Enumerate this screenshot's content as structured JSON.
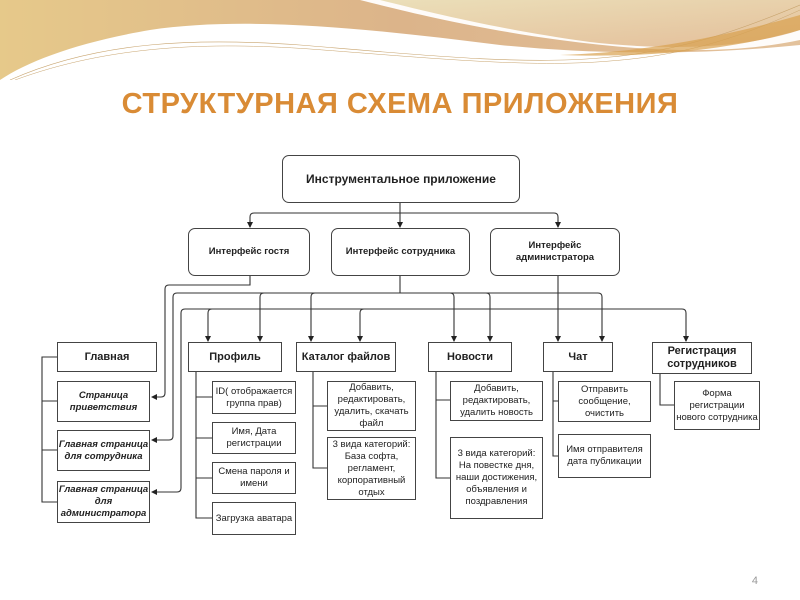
{
  "title": "СТРУКТУРНАЯ СХЕМА ПРИЛОЖЕНИЯ",
  "accent_color": "#d98b35",
  "root": "Инструментальное приложение",
  "interfaces": {
    "guest": "Интерфейс гостя",
    "employee": "Интерфейс сотрудника",
    "admin": "Интерфейс\nадминистратора"
  },
  "sections": {
    "main": {
      "label": "Главная",
      "items": [
        "Страница\nприветствия",
        "Главная страница\nдля сотрудника",
        "Главная страница\nдля\nадминистратора"
      ]
    },
    "profile": {
      "label": "Профиль",
      "items": [
        "ID( отображается\nгруппа прав)",
        "Имя, Дата\nрегистрации",
        "Смена пароля и\nимени",
        "Загрузка аватара"
      ]
    },
    "catalog": {
      "label": "Каталог файлов",
      "items": [
        "Добавить,\nредактировать,\nудалить, скачать\nфайл",
        "3 вида категорий:\nБаза софта,\nрегламент,\nкорпоративный\nотдых"
      ]
    },
    "news": {
      "label": "Новости",
      "items": [
        "Добавить,\nредактировать,\nудалить новость",
        "3 вида категорий:\nНа повестке дня,\nнаши достижения,\nобъявления и\nпоздравления"
      ]
    },
    "chat": {
      "label": "Чат",
      "items": [
        "Отправить\nсообщение,\nочистить",
        "Имя отправителя\nдата публикации"
      ]
    },
    "registration": {
      "label": "Регистрация\nсотрудников",
      "items": [
        "Форма\nрегистрации\nнового сотрудника"
      ]
    }
  },
  "page_number": "4"
}
